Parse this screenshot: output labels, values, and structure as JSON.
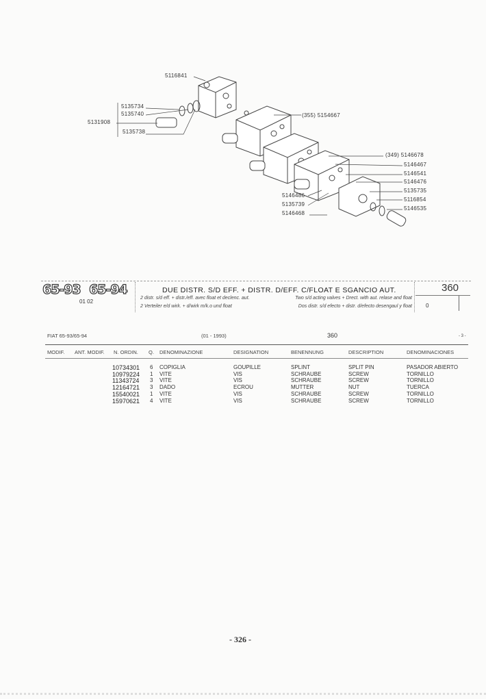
{
  "diagram": {
    "callouts_left": [
      "5116841",
      "5135734",
      "5135740",
      "5131908",
      "5135738"
    ],
    "callout_mid": "(355) 5154667",
    "callouts_right": [
      "(349) 5146678",
      "5146467",
      "5146541",
      "5146476",
      "5135735",
      "5116854",
      "5146535"
    ],
    "callouts_bottom": [
      "5146486",
      "5135739",
      "5146468"
    ]
  },
  "header": {
    "models": [
      "65-93",
      "65-94"
    ],
    "code": "01 02",
    "title": "DUE DISTR. S/D EFF. + DISTR. D/EFF. C/FLOAT E SGANCIO AUT.",
    "sub_fr": "2 distr. s/d eff. + distr./eff. avec float et declenc. aut.",
    "sub_de": "2 Verteiler e/d wirk. + d/wirk m/k.o und float",
    "sub_en": "Two s/d acting valves + Drect. with aut. relase and float",
    "sub_es": "Dos distr. s/d efecto + distr. d/efecto desengaul y float",
    "group": "360",
    "box_value": "0"
  },
  "table": {
    "meta": {
      "model": "FIAT 65-93/65-94",
      "date": "(01 - 1993)",
      "group": "360",
      "page": "- 3 -"
    },
    "columns": [
      "MODIF.",
      "ANT. MODIF.",
      "N. ORDIN.",
      "Q.",
      "DENOMINAZIONE",
      "DESIGNATION",
      "BENENNUNG",
      "DESCRIPTION",
      "DENOMINACIONES"
    ],
    "rows": [
      {
        "n": "10734301",
        "q": "6",
        "it": "COPIGLIA",
        "fr": "GOUPILLE",
        "de": "SPLINT",
        "en": "SPLIT PIN",
        "es": "PASADOR ABIERTO"
      },
      {
        "n": "10979224",
        "q": "1",
        "it": "VITE",
        "fr": "VIS",
        "de": "SCHRAUBE",
        "en": "SCREW",
        "es": "TORNILLO"
      },
      {
        "n": "11343724",
        "q": "3",
        "it": "VITE",
        "fr": "VIS",
        "de": "SCHRAUBE",
        "en": "SCREW",
        "es": "TORNILLO"
      },
      {
        "n": "12164721",
        "q": "3",
        "it": "DADO",
        "fr": "ECROU",
        "de": "MUTTER",
        "en": "NUT",
        "es": "TUERCA"
      },
      {
        "n": "15540021",
        "q": "1",
        "it": "VITE",
        "fr": "VIS",
        "de": "SCHRAUBE",
        "en": "SCREW",
        "es": "TORNILLO"
      },
      {
        "n": "15970621",
        "q": "4",
        "it": "VITE",
        "fr": "VIS",
        "de": "SCHRAUBE",
        "en": "SCREW",
        "es": "TORNILLO"
      }
    ]
  },
  "footer": {
    "page_number": "- 326 -"
  }
}
